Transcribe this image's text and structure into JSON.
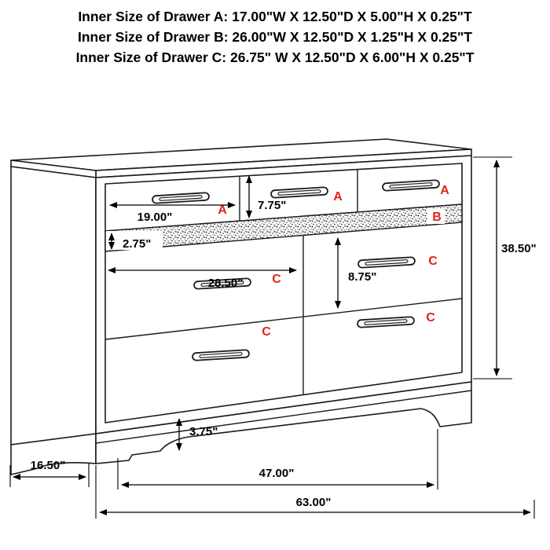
{
  "title_lines": [
    "Inner Size of Drawer A: 17.00\"W X 12.50\"D X 5.00\"H X 0.25\"T",
    "Inner Size of Drawer B: 26.00\"W X 12.50\"D X 1.25\"H X 0.25\"T",
    "Inner Size of Drawer C: 26.75\" W X 12.50\"D X 6.00\"H X 0.25\"T"
  ],
  "drawer_labels": {
    "a1": "A",
    "a2": "A",
    "a3": "A",
    "b": "B",
    "c_left_row1": "C",
    "c_right_row1": "C",
    "c_left_row2": "C",
    "c_right_row2": "C"
  },
  "dimensions": {
    "height_overall": "38.50\"",
    "drawer_a_width": "19.00\"",
    "drawer_a_height": "7.75\"",
    "drawer_b_height": "2.75\"",
    "drawer_c_width": "28.50\"",
    "drawer_c_height": "8.75\"",
    "base_height": "3.75\"",
    "depth": "16.50\"",
    "feet_span": "47.00\"",
    "width_overall": "63.00\""
  },
  "colors": {
    "label_red": "#e2231a",
    "line_black": "#1b1b1b",
    "background": "#ffffff"
  }
}
